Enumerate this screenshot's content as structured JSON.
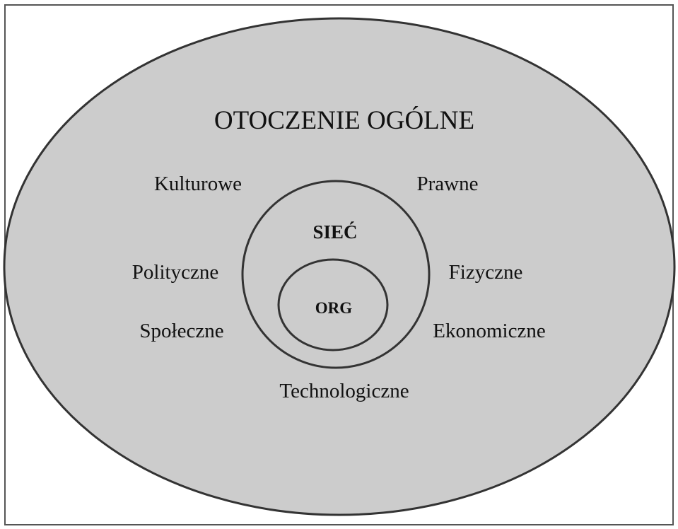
{
  "diagram": {
    "title": "OTOCZENIE OGÓLNE",
    "factors": {
      "kulturowe": "Kulturowe",
      "prawne": "Prawne",
      "polityczne": "Polityczne",
      "fizyczne": "Fizyczne",
      "spoleczne": "Społeczne",
      "ekonomiczne": "Ekonomiczne",
      "technologiczne": "Technologiczne"
    },
    "network_label": "SIEĆ",
    "organization_label": "ORG"
  },
  "colors": {
    "outer_fill": "#cccccc",
    "stroke": "#333333",
    "frame": "#555555",
    "background": "#ffffff"
  }
}
